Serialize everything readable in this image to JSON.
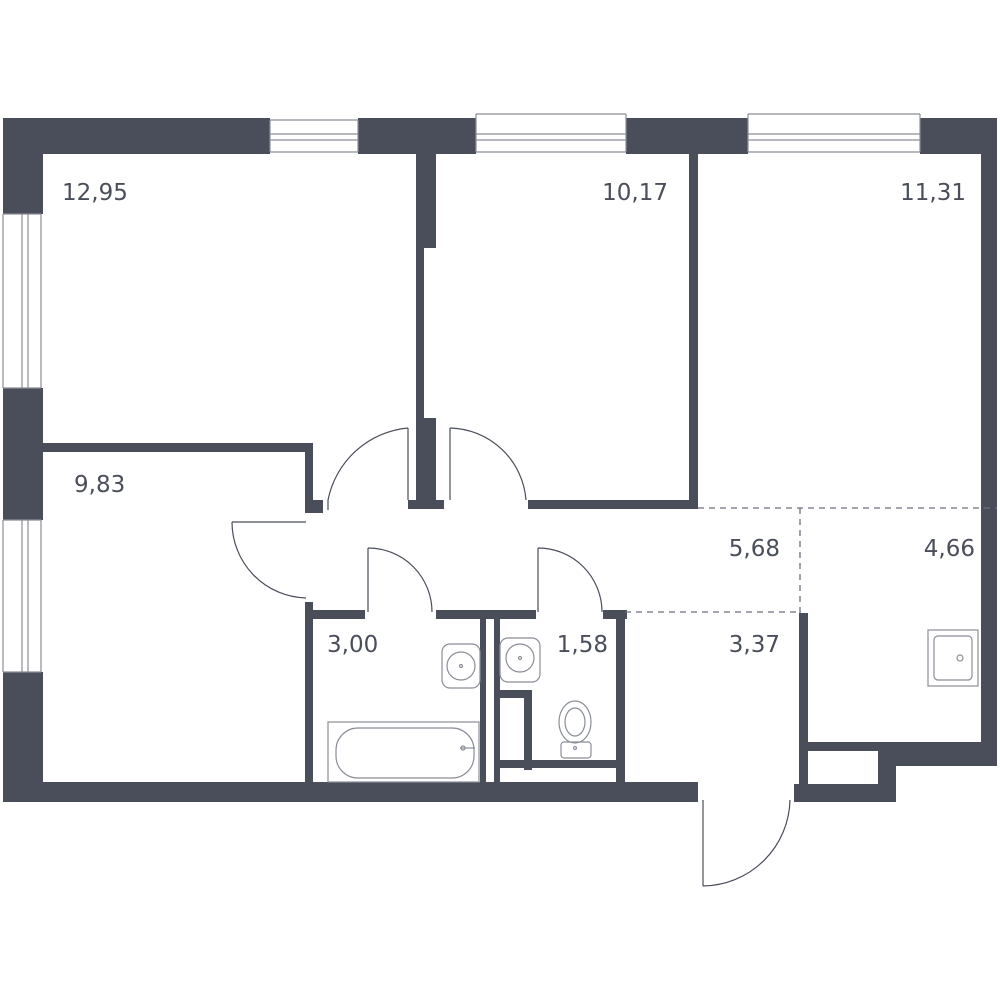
{
  "plan": {
    "wall_color": "#4a4e5a",
    "rooms": [
      {
        "id": "room-top-left",
        "area": "12,95"
      },
      {
        "id": "room-top-middle",
        "area": "10,17"
      },
      {
        "id": "room-top-right",
        "area": "11,31"
      },
      {
        "id": "room-bottom-left",
        "area": "9,83"
      },
      {
        "id": "hallway",
        "area": "5,68"
      },
      {
        "id": "kitchen",
        "area": "4,66"
      },
      {
        "id": "bathroom",
        "area": "3,00"
      },
      {
        "id": "toilet",
        "area": "1,58"
      },
      {
        "id": "entrance-hall",
        "area": "3,37"
      }
    ]
  }
}
